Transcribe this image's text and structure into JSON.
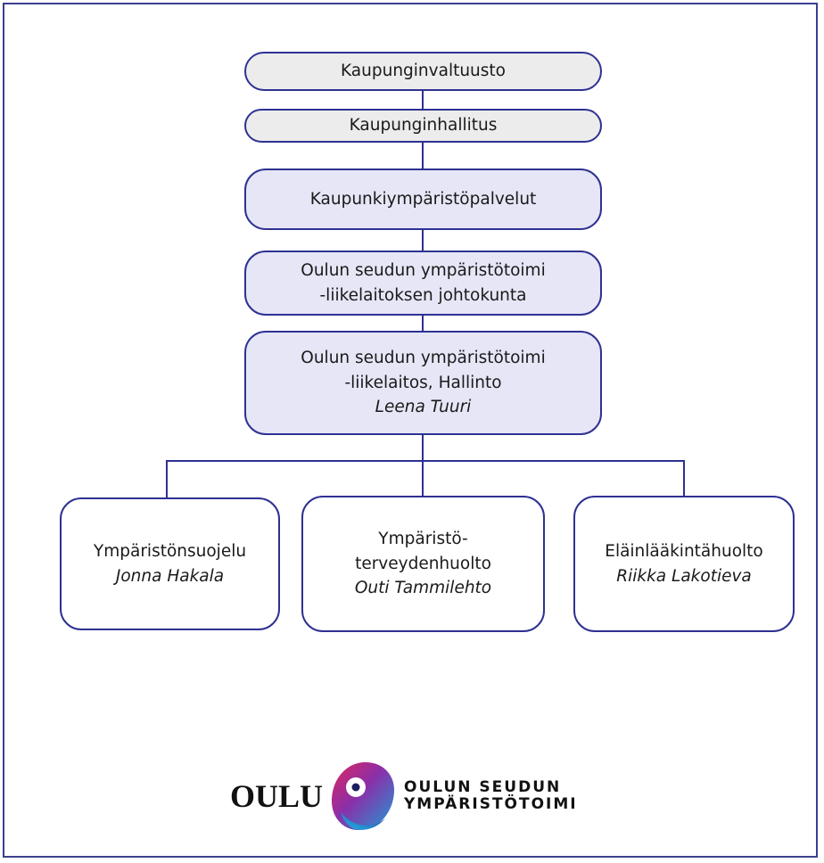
{
  "nodes": {
    "council": "Kaupunginvaltuusto",
    "board": "Kaupunginhallitus",
    "urban_services": "Kaupunkiympäristöpalvelut",
    "enterprise_board": {
      "line1": "Oulun seudun ympäristötoimi",
      "line2": "-liikelaitoksen johtokunta"
    },
    "administration": {
      "line1": "Oulun seudun ympäristötoimi",
      "line2": "-liikelaitos, Hallinto",
      "person": "Leena Tuuri"
    },
    "environmental_protection": {
      "title": "Ympäristönsuojelu",
      "person": "Jonna Hakala"
    },
    "environmental_health": {
      "line1": "Ympäristö-",
      "line2": "terveydenhuolto",
      "person": "Outi Tammilehto"
    },
    "veterinary_care": {
      "title": "Eläinlääkintähuolto",
      "person": "Riikka Lakotieva"
    }
  },
  "logos": {
    "oulu": "OULU",
    "enterprise_line1": "OULUN SEUDUN",
    "enterprise_line2": "YMPÄRISTÖTOIMI"
  },
  "colors": {
    "border": "#2e3192",
    "top_fill": "#ececec",
    "mid_fill": "#e6e6f7",
    "leaf_fill": "#ffffff"
  }
}
